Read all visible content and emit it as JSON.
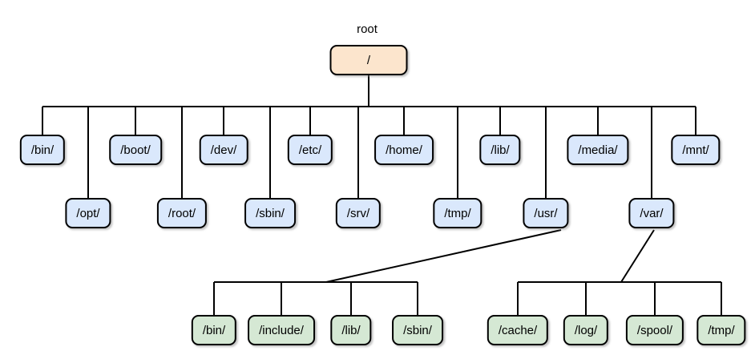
{
  "colors": {
    "root_fill": "#FCE5CD",
    "level1_fill": "#DAE8FC",
    "level2_fill": "#D5E8D4",
    "line": "#000000"
  },
  "tree": {
    "root_caption": "root",
    "root_label": "/",
    "row1": [
      "/bin/",
      "/boot/",
      "/dev/",
      "/etc/",
      "/home/",
      "/lib/",
      "/media/",
      "/mnt/"
    ],
    "row2": [
      "/opt/",
      "/root/",
      "/sbin/",
      "/srv/",
      "/tmp/",
      "/usr/",
      "/var/"
    ],
    "usr_children": [
      "/bin/",
      "/include/",
      "/lib/",
      "/sbin/"
    ],
    "var_children": [
      "/cache/",
      "/log/",
      "/spool/",
      "/tmp/"
    ]
  }
}
